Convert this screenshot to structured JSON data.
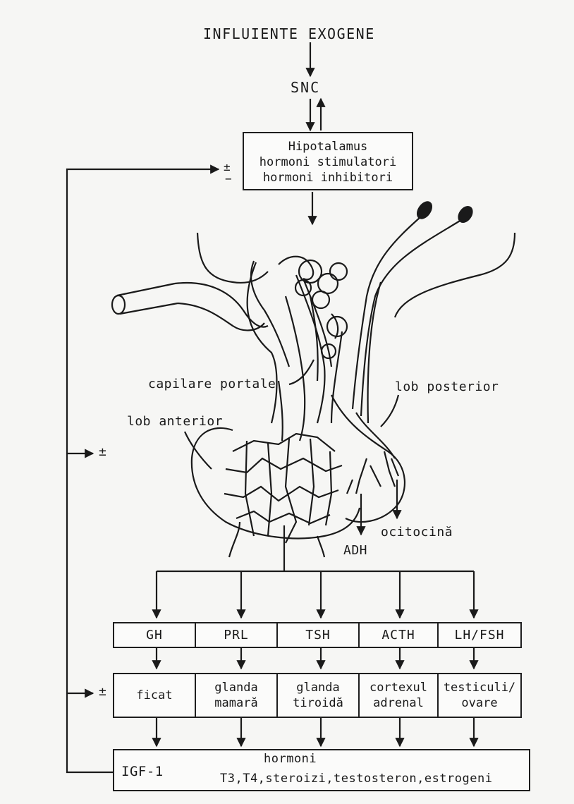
{
  "top": {
    "influences": "INFLUIENTE EXOGENE",
    "cns": "SNC"
  },
  "hypothalamus": {
    "title": "Hipotalamus",
    "line1": "hormoni stimulatori",
    "line2": "hormoni inhibitori"
  },
  "feedback": {
    "sign_top_plus": "±",
    "sign_top_minus": "−",
    "sign_middle": "±",
    "sign_lower": "±"
  },
  "pituitary": {
    "capillaries": "capilare portale",
    "posterior": "lob posterior",
    "anterior": "lob anterior",
    "oxytocin": "ocitocină",
    "adh": "ADH"
  },
  "hormones": [
    "GH",
    "PRL",
    "TSH",
    "ACTH",
    "LH/FSH"
  ],
  "targets": [
    {
      "line1": "ficat",
      "line2": ""
    },
    {
      "line1": "glanda",
      "line2": "mamară"
    },
    {
      "line1": "glanda",
      "line2": "tiroidă"
    },
    {
      "line1": "cortexul",
      "line2": "adrenal"
    },
    {
      "line1": "testiculi/",
      "line2": "ovare"
    }
  ],
  "bottom": {
    "igf": "IGF-1",
    "hormones": "hormoni",
    "list": "T3,T4,steroizi,testosteron,estrogeni"
  }
}
